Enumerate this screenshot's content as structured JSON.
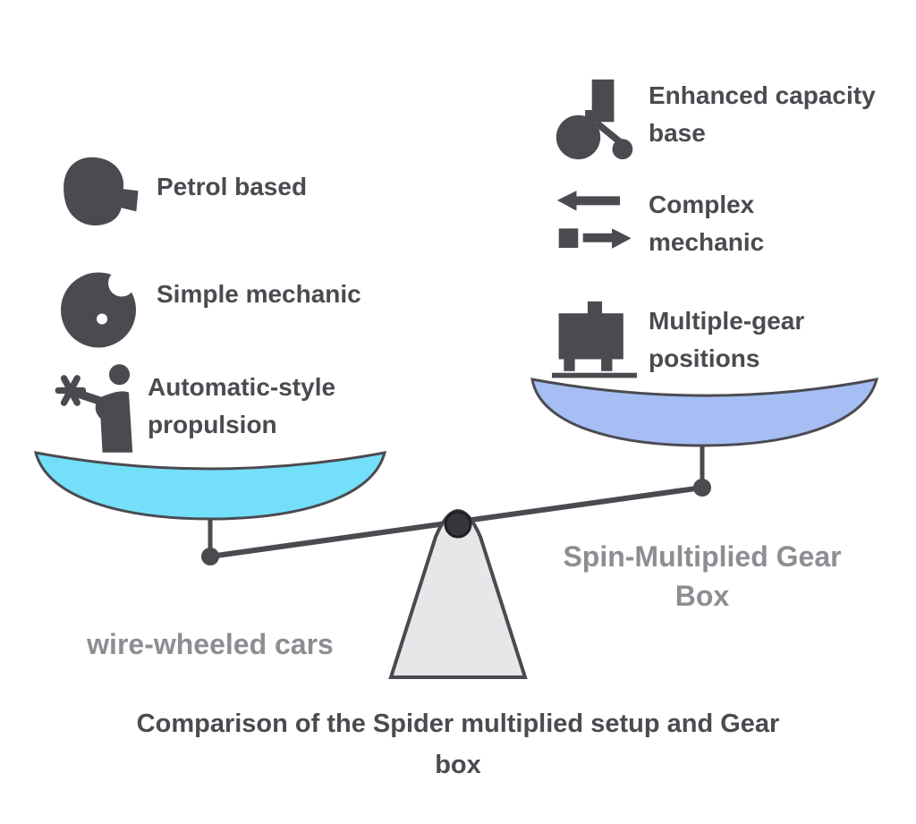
{
  "caption": {
    "line1": "Comparison of the Spider multiplied setup and Gear",
    "line2": "box"
  },
  "left_side": {
    "pan_label": "wire-wheeled cars",
    "pan_color": "#74DFF8",
    "items": [
      {
        "icon": "hand-icon",
        "line1": "Petrol based",
        "line2": ""
      },
      {
        "icon": "gear-icon",
        "line1": "Simple mechanic",
        "line2": ""
      },
      {
        "icon": "person-star-icon",
        "line1": "Automatic-style",
        "line2": "propulsion"
      }
    ]
  },
  "right_side": {
    "pan_label_line1": "Spin-Multiplied Gear",
    "pan_label_line2": "Box",
    "pan_color": "#A6BEF4",
    "items": [
      {
        "icon": "wheel-rider-icon",
        "line1": "Enhanced capacity",
        "line2": "base"
      },
      {
        "icon": "exchange-arrows-icon",
        "line1": "Complex",
        "line2": "mechanic"
      },
      {
        "icon": "machine-icon",
        "line1": "Multiple-gear",
        "line2": "positions"
      }
    ]
  },
  "colors": {
    "ink": "#4A4A50",
    "label_gray": "#8D8D93",
    "fulcrum_fill": "#E7E7E9",
    "pivot_dark": "#35353A",
    "background": "#FFFFFF"
  }
}
